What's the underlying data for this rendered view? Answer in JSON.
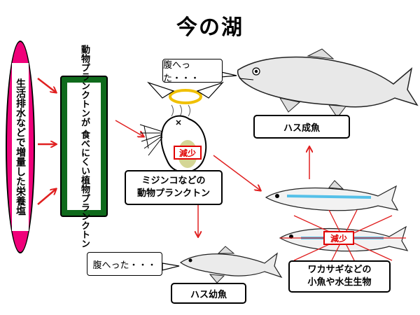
{
  "title": "今の湖",
  "nutrients": {
    "label": "生活排水などで増量した栄養塩"
  },
  "plant_plankton": {
    "label": "動物プランクトンが 食べにくい植物プランクトン"
  },
  "zooplankton": {
    "label_line1": "ミジンコなどの",
    "label_line2": "動物プランクトン",
    "status": "減少"
  },
  "adult_has": {
    "label": "ハス成魚",
    "speech": "腹へった・・・"
  },
  "juvenile_has": {
    "label": "ハス幼魚",
    "speech": "腹へった・・・"
  },
  "small_fish": {
    "label_line1": "ワカサギなどの",
    "label_line2": "小魚や水生生物",
    "status": "減少"
  },
  "colors": {
    "arrow": "#e02020",
    "nutrient_oval": "#f0007a",
    "plankton_box": "#0f6a1c",
    "decrease": "#e00000"
  }
}
